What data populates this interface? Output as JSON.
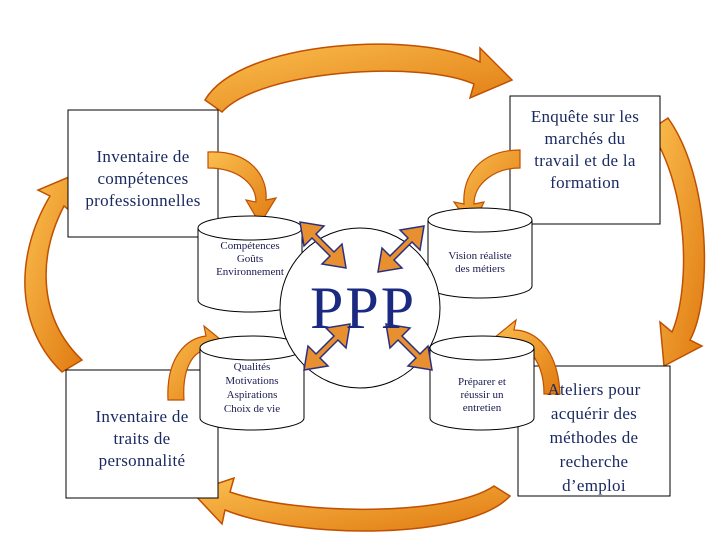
{
  "diagram": {
    "center_label": "PPP",
    "corner_boxes": [
      {
        "id": "top-left",
        "lines": [
          "Inventaire de",
          "compétences",
          "professionnelles"
        ]
      },
      {
        "id": "top-right",
        "lines": [
          "Enquête sur les",
          "marchés du",
          "travail et de la",
          "formation"
        ]
      },
      {
        "id": "bottom-left",
        "lines": [
          "Inventaire de",
          "traits de",
          "personnalité"
        ]
      },
      {
        "id": "bottom-right",
        "lines": [
          "Ateliers pour",
          "acquérir des",
          "méthodes  de",
          "recherche",
          "d’emploi"
        ]
      }
    ],
    "cylinders": [
      {
        "id": "top-left",
        "lines": [
          "Compétences",
          "Goûts",
          "Environnement"
        ]
      },
      {
        "id": "top-right",
        "lines": [
          "Vision réaliste",
          "des métiers"
        ]
      },
      {
        "id": "bottom-left",
        "lines": [
          "Qualités",
          "Motivations",
          "Aspirations",
          "Choix de vie"
        ]
      },
      {
        "id": "bottom-right",
        "lines": [
          "Préparer et",
          "réussir un",
          "entretien"
        ]
      }
    ],
    "colors": {
      "arrow_fill": "#f5a020",
      "arrow_stroke": "#c05000",
      "center_arrow_fill": "#e89030",
      "center_arrow_stroke": "#2a3080",
      "text": "#1a2a60",
      "cylinder_fill": "#ffffff"
    }
  }
}
